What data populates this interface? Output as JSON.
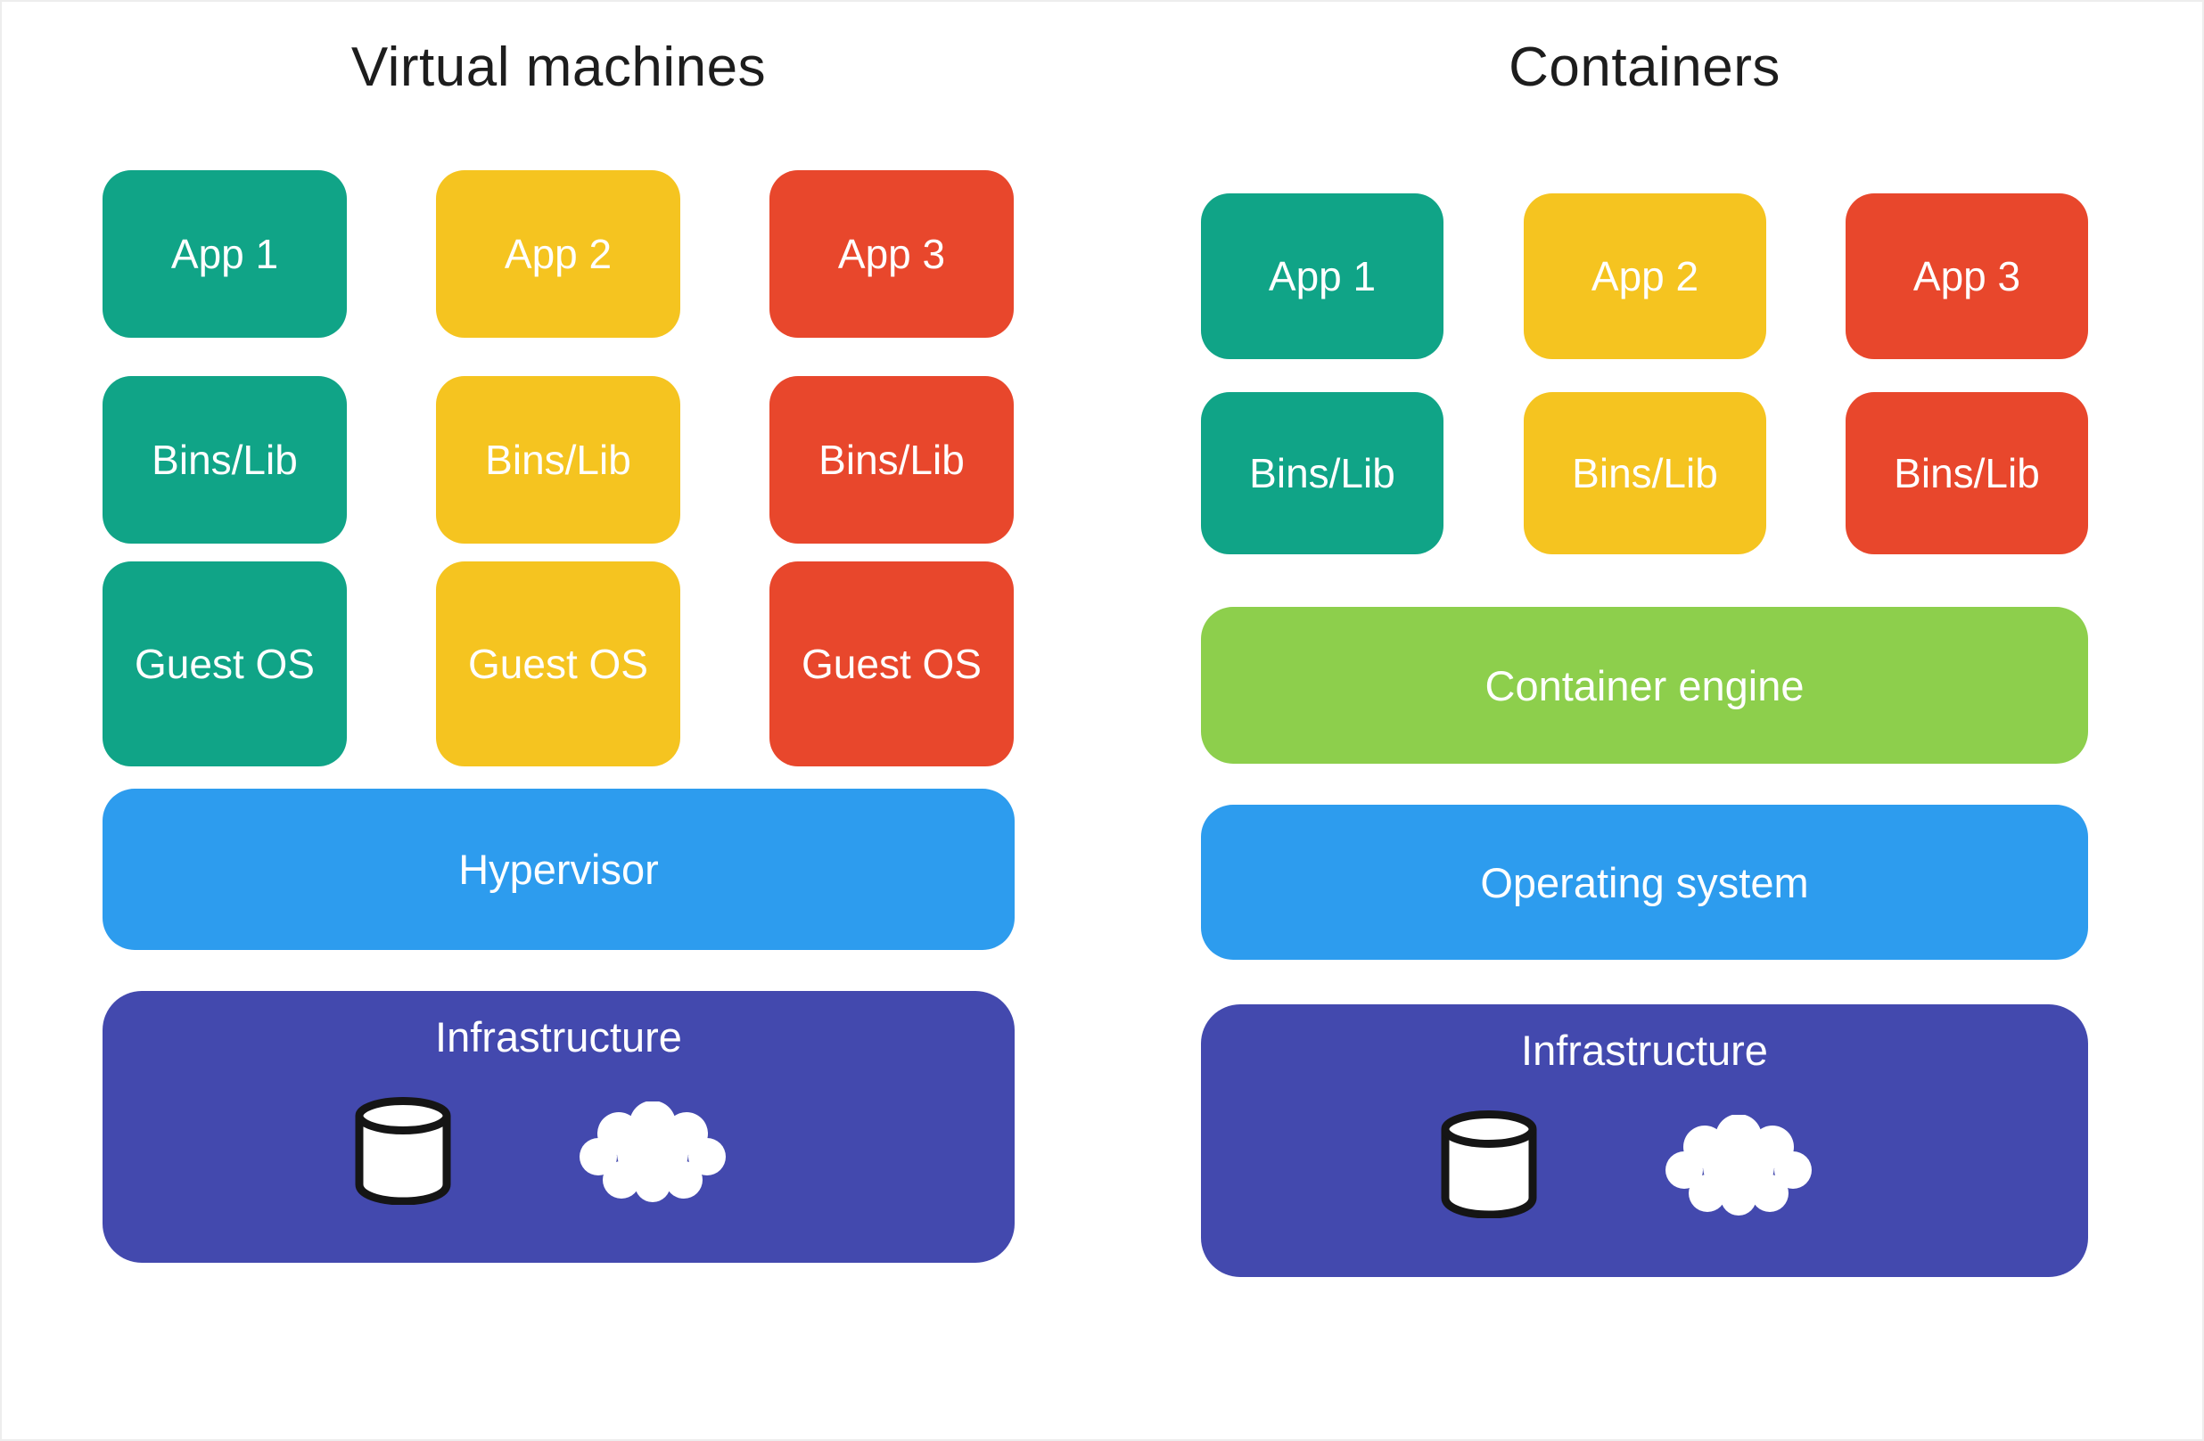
{
  "page": {
    "background": "#ffffff",
    "label_text_color": "#ffffff",
    "title_text_color": "#1d1d1d"
  },
  "colors": {
    "teal": "#10A487",
    "yellow": "#F5C420",
    "red": "#E8472C",
    "blue": "#2D9CEE",
    "green": "#8DCF4C",
    "indigo": "#4349AE"
  },
  "vm_panel": {
    "title": "Virtual machines",
    "app_blocks": [
      {
        "label": "App 1",
        "color": "teal"
      },
      {
        "label": "App 2",
        "color": "yellow"
      },
      {
        "label": "App 3",
        "color": "red"
      }
    ],
    "bins_blocks": [
      {
        "label": "Bins/Lib",
        "color": "teal"
      },
      {
        "label": "Bins/Lib",
        "color": "yellow"
      },
      {
        "label": "Bins/Lib",
        "color": "red"
      }
    ],
    "guest_os_blocks": [
      {
        "label": "Guest OS",
        "color": "teal"
      },
      {
        "label": "Guest OS",
        "color": "yellow"
      },
      {
        "label": "Guest OS",
        "color": "red"
      }
    ],
    "hypervisor_label": "Hypervisor",
    "infrastructure": {
      "label": "Infrastructure",
      "icons": [
        "database-icon",
        "cloud-icon"
      ]
    }
  },
  "containers_panel": {
    "title": "Containers",
    "app_blocks": [
      {
        "label": "App 1",
        "color": "teal"
      },
      {
        "label": "App 2",
        "color": "yellow"
      },
      {
        "label": "App 3",
        "color": "red"
      }
    ],
    "bins_blocks": [
      {
        "label": "Bins/Lib",
        "color": "teal"
      },
      {
        "label": "Bins/Lib",
        "color": "yellow"
      },
      {
        "label": "Bins/Lib",
        "color": "red"
      }
    ],
    "engine_label": "Container engine",
    "os_label": "Operating system",
    "infrastructure": {
      "label": "Infrastructure",
      "icons": [
        "database-icon",
        "cloud-icon"
      ]
    }
  }
}
